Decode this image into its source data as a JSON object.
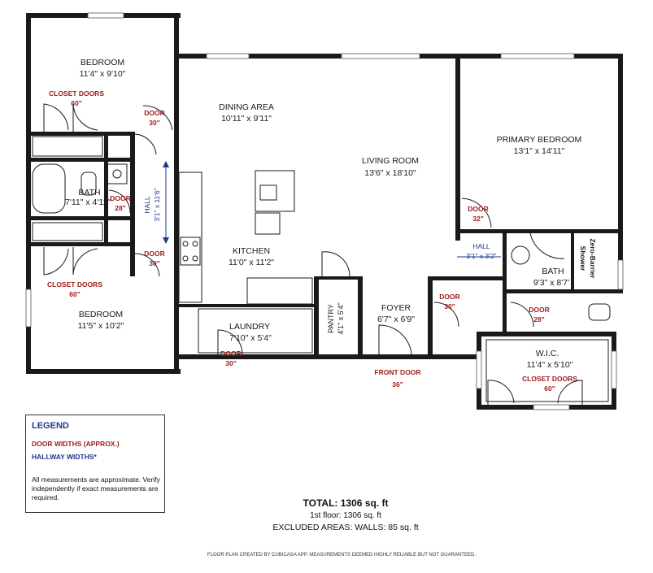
{
  "rooms": [
    {
      "name": "BEDROOM",
      "dims": "11'4\" x 9'10\""
    },
    {
      "name": "DINING AREA",
      "dims": "10'11\" x 9'11\""
    },
    {
      "name": "LIVING ROOM",
      "dims": "13'6\" x 18'10\""
    },
    {
      "name": "PRIMARY BEDROOM",
      "dims": "13'1\" x 14'11\""
    },
    {
      "name": "BATH",
      "dims": "7'11\" x 4'11\""
    },
    {
      "name": "KITCHEN",
      "dims": "11'0\" x 11'2\""
    },
    {
      "name": "BEDROOM",
      "dims": "11'5\" x 10'2\""
    },
    {
      "name": "LAUNDRY",
      "dims": "7'10\" x 5'4\""
    },
    {
      "name": "PANTRY",
      "dims": "4'1\" x 5'4\""
    },
    {
      "name": "FOYER",
      "dims": "6'7\" x 6'9\""
    },
    {
      "name": "BATH",
      "dims": "9'3\" x 8'7'"
    },
    {
      "name": "W.I.C.",
      "dims": "11'4\" x 5'10\""
    }
  ],
  "doors": {
    "closet_doors": "CLOSET DOORS",
    "closet_60": "60\"",
    "door": "DOOR",
    "d30": "30\"",
    "d28": "28\"",
    "d32": "32\"",
    "front_door": "FRONT DOOR",
    "d36": "36\""
  },
  "halls": {
    "hall": "HALL",
    "hall_left_dims": "3'1\" x 11'6\"",
    "hall_right_dims": "3'1\" x 3'2\""
  },
  "zero_barrier": [
    "Zero-Barrier",
    "Shower"
  ],
  "legend": {
    "title": "LEGEND",
    "door_widths": "DOOR WIDTHS (APPROX.)",
    "hallway_widths": "HALLWAY WIDTHS*",
    "note": "All measurements are approximate. Verify independently if exact measurements are required."
  },
  "totals": {
    "total": "TOTAL: 1306 sq. ft",
    "first_floor": "1st floor: 1306 sq. ft",
    "excluded": "EXCLUDED AREAS: WALLS: 85 sq. ft"
  },
  "credit": "FLOOR PLAN CREATED BY CUBICASA APP. MEASUREMENTS DEEMED HIGHLY RELIABLE BUT NOT GUARANTEED.",
  "colors": {
    "wall": "#1a1a1a",
    "door_label": "#9e1b1b",
    "hall_label": "#1e3a8a"
  }
}
